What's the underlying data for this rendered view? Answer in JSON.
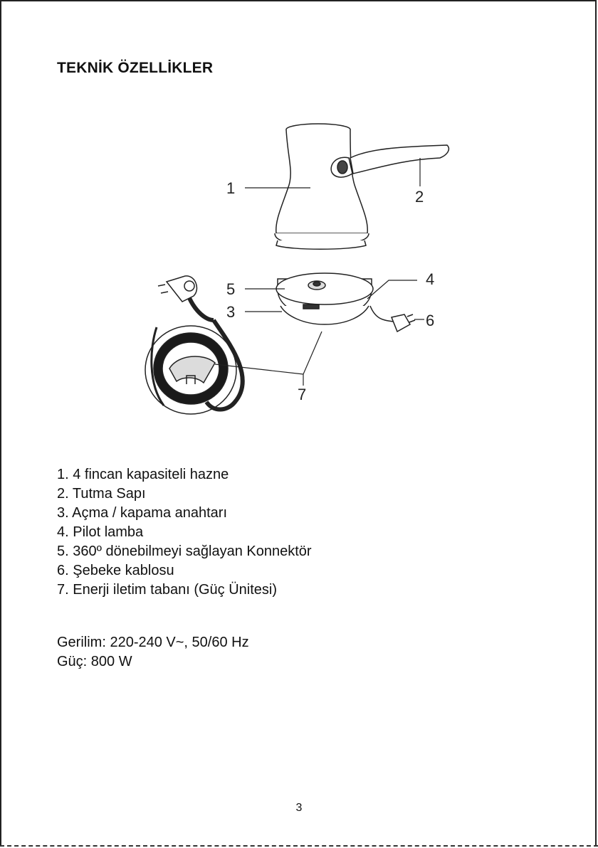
{
  "title": "TEKNİK ÖZELLİKLER",
  "figure": {
    "callouts": [
      "1",
      "2",
      "3",
      "4",
      "5",
      "6",
      "7"
    ]
  },
  "parts": [
    "1. 4 fincan kapasiteli hazne",
    "2. Tutma Sapı",
    "3. Açma / kapama anahtarı",
    "4. Pilot lamba",
    "5. 360º dönebilmeyi sağlayan Konnektör",
    "6. Şebeke kablosu",
    "7. Enerji iletim tabanı (Güç Ünitesi)"
  ],
  "specs": {
    "voltage": "Gerilim: 220-240 V~, 50/60 Hz",
    "power": "Güç: 800 W"
  },
  "page_number": "3"
}
